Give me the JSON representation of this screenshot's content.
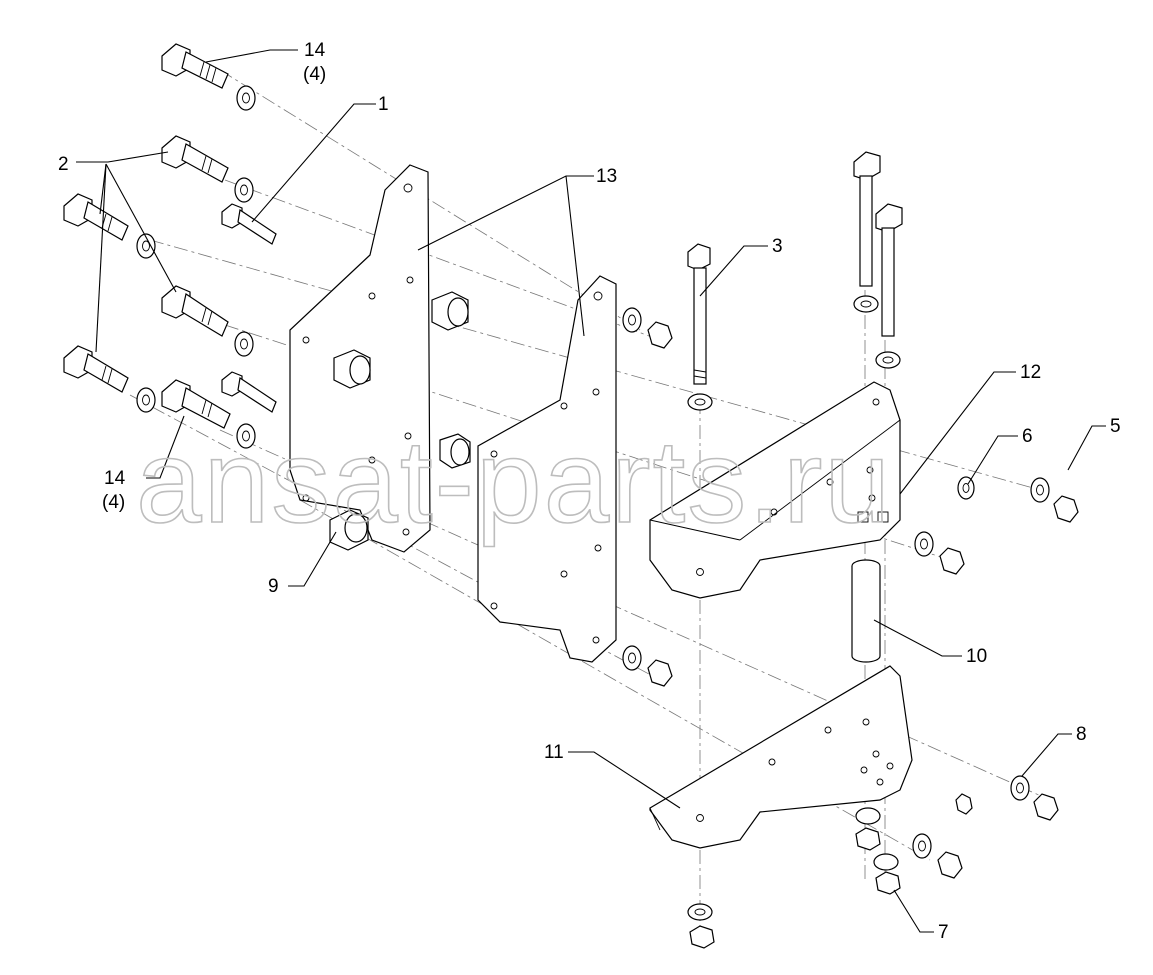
{
  "watermark": "ansat-parts.ru",
  "callouts": [
    {
      "id": "c14a",
      "text": "14"
    },
    {
      "id": "c14a_qty",
      "text": "(4)"
    },
    {
      "id": "c1",
      "text": "1"
    },
    {
      "id": "c2",
      "text": "2"
    },
    {
      "id": "c13",
      "text": "13"
    },
    {
      "id": "c3",
      "text": "3"
    },
    {
      "id": "c12",
      "text": "12"
    },
    {
      "id": "c6",
      "text": "6"
    },
    {
      "id": "c5",
      "text": "5"
    },
    {
      "id": "c14b",
      "text": "14"
    },
    {
      "id": "c14b_qty",
      "text": "(4)"
    },
    {
      "id": "c9",
      "text": "9"
    },
    {
      "id": "c10",
      "text": "10"
    },
    {
      "id": "c11",
      "text": "11"
    },
    {
      "id": "c8",
      "text": "8"
    },
    {
      "id": "c7",
      "text": "7"
    }
  ]
}
